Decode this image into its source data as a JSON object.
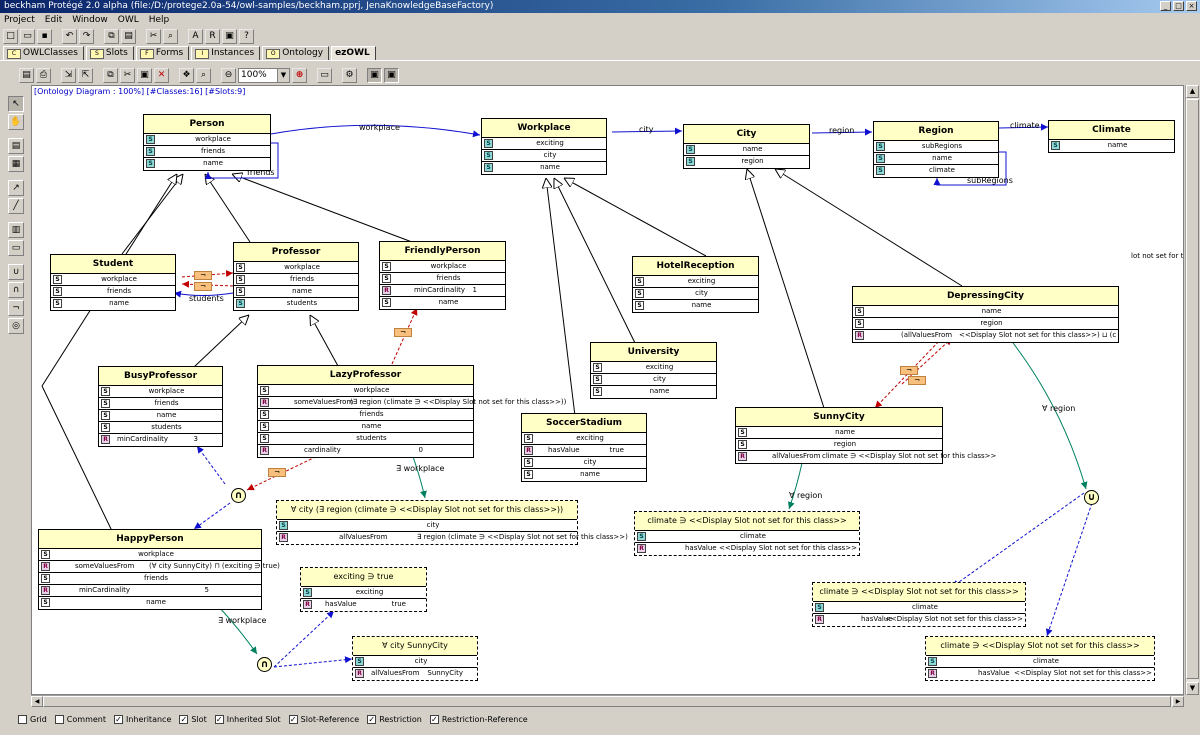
{
  "window": {
    "title": "beckham  Protégé 2.0 alpha    (file:/D:/protege2.0a-54/owl-samples/beckham.pprj, JenaKnowledgeBaseFactory)",
    "buttons": [
      "_",
      "□",
      "×"
    ]
  },
  "menu": [
    "Project",
    "Edit",
    "Window",
    "OWL",
    "Help"
  ],
  "tabs": [
    {
      "label": "OWLClasses",
      "icon": "C"
    },
    {
      "label": "Slots",
      "icon": "S"
    },
    {
      "label": "Forms",
      "icon": "F"
    },
    {
      "label": "Instances",
      "icon": "I"
    },
    {
      "label": "Ontology",
      "icon": "O"
    },
    {
      "label": "ezOWL",
      "icon": ""
    }
  ],
  "toolbar": {
    "zoom_value": "100%",
    "markers": {
      "a": "A",
      "r": "R",
      "help": "?"
    }
  },
  "canvas": {
    "label": "[Ontology Diagram : 100%] [#Classes:16] [#Slots:9]",
    "orphan_text": "lot not set for this"
  },
  "colors": {
    "header": "#ffffc6",
    "selection": "#0000c8",
    "restriction": "#c00000",
    "edge_green": "#008060"
  },
  "classes": [
    {
      "id": "Person",
      "title": "Person",
      "slots": [
        {
          "badge": "s-cyan",
          "name": "workplace"
        },
        {
          "badge": "s-cyan",
          "name": "friends"
        },
        {
          "badge": "s-cyan",
          "name": "name"
        }
      ]
    },
    {
      "id": "Workplace",
      "title": "Workplace",
      "slots": [
        {
          "badge": "s-cyan",
          "name": "exciting"
        },
        {
          "badge": "s-cyan",
          "name": "city"
        },
        {
          "badge": "s-cyan",
          "name": "name"
        }
      ]
    },
    {
      "id": "City",
      "title": "City",
      "slots": [
        {
          "badge": "s-cyan",
          "name": "name"
        },
        {
          "badge": "s-cyan",
          "name": "region"
        }
      ]
    },
    {
      "id": "Region",
      "title": "Region",
      "slots": [
        {
          "badge": "s-cyan",
          "name": "subRegions"
        },
        {
          "badge": "s-cyan",
          "name": "name"
        },
        {
          "badge": "s-cyan",
          "name": "climate"
        }
      ]
    },
    {
      "id": "Climate",
      "title": "Climate",
      "slots": [
        {
          "badge": "s-cyan",
          "name": "name"
        }
      ]
    },
    {
      "id": "Student",
      "title": "Student",
      "slots": [
        {
          "badge": "s",
          "name": "workplace"
        },
        {
          "badge": "s",
          "name": "friends"
        },
        {
          "badge": "s",
          "name": "name"
        }
      ]
    },
    {
      "id": "Professor",
      "title": "Professor",
      "slots": [
        {
          "badge": "s",
          "name": "workplace"
        },
        {
          "badge": "s",
          "name": "friends"
        },
        {
          "badge": "s",
          "name": "name"
        },
        {
          "badge": "s-cyan",
          "name": "students"
        }
      ]
    },
    {
      "id": "FriendlyPerson",
      "title": "FriendlyPerson",
      "slots": [
        {
          "badge": "s",
          "name": "workplace"
        },
        {
          "badge": "s",
          "name": "friends"
        },
        {
          "badge": "r",
          "name": "minCardinality",
          "value": "1"
        },
        {
          "badge": "s",
          "name": "name"
        }
      ]
    },
    {
      "id": "HotelReception",
      "title": "HotelReception",
      "slots": [
        {
          "badge": "s",
          "name": "exciting"
        },
        {
          "badge": "s",
          "name": "city"
        },
        {
          "badge": "s",
          "name": "name"
        }
      ]
    },
    {
      "id": "DepressingCity",
      "title": "DepressingCity",
      "slots": [
        {
          "badge": "s",
          "name": "name"
        },
        {
          "badge": "s",
          "name": "region"
        },
        {
          "badge": "r",
          "name": "(allValuesFrom",
          "value": "<<Display Slot not set for this class>>) ⊔ (climate ∋ <<Display Slo"
        }
      ]
    },
    {
      "id": "University",
      "title": "University",
      "slots": [
        {
          "badge": "s",
          "name": "exciting"
        },
        {
          "badge": "s",
          "name": "city"
        },
        {
          "badge": "s",
          "name": "name"
        }
      ]
    },
    {
      "id": "BusyProfessor",
      "title": "BusyProfessor",
      "slots": [
        {
          "badge": "s",
          "name": "workplace"
        },
        {
          "badge": "s",
          "name": "friends"
        },
        {
          "badge": "s",
          "name": "name"
        },
        {
          "badge": "s",
          "name": "students"
        },
        {
          "badge": "r",
          "name": "minCardinality",
          "value": "3"
        }
      ]
    },
    {
      "id": "LazyProfessor",
      "title": "LazyProfessor",
      "slots": [
        {
          "badge": "s",
          "name": "workplace"
        },
        {
          "badge": "r",
          "name": "someValuesFrom",
          "value": "(∃ region (climate ∋ <<Display Slot not set for this class>>))"
        },
        {
          "badge": "s",
          "name": "friends"
        },
        {
          "badge": "s",
          "name": "name"
        },
        {
          "badge": "s",
          "name": "students"
        },
        {
          "badge": "r",
          "name": "cardinality",
          "value": "0"
        }
      ]
    },
    {
      "id": "SoccerStadium",
      "title": "SoccerStadium",
      "slots": [
        {
          "badge": "s",
          "name": "exciting"
        },
        {
          "badge": "r",
          "name": "hasValue",
          "value": "true"
        },
        {
          "badge": "s",
          "name": "city"
        },
        {
          "badge": "s",
          "name": "name"
        }
      ]
    },
    {
      "id": "SunnyCity",
      "title": "SunnyCity",
      "slots": [
        {
          "badge": "s",
          "name": "name"
        },
        {
          "badge": "s",
          "name": "region"
        },
        {
          "badge": "r",
          "name": "allValuesFrom",
          "value": "climate ∋ <<Display Slot not set for this class>>"
        }
      ]
    },
    {
      "id": "HappyPerson",
      "title": "HappyPerson",
      "slots": [
        {
          "badge": "s",
          "name": "workplace"
        },
        {
          "badge": "r",
          "name": "someValuesFrom",
          "value": "(∀ city SunnyCity) ⊓ (exciting ∋ true)"
        },
        {
          "badge": "s",
          "name": "friends"
        },
        {
          "badge": "r",
          "name": "minCardinality",
          "value": "5"
        },
        {
          "badge": "s",
          "name": "name"
        }
      ]
    },
    {
      "id": "R1",
      "title": "∀ city (∃ region (climate ∋ <<Display Slot not set for this class>>))",
      "slots": [
        {
          "badge": "s-cyan",
          "name": "city"
        },
        {
          "badge": "r",
          "name": "allValuesFrom",
          "value": "∃ region (climate ∋ <<Display Slot not set for this class>>)"
        }
      ]
    },
    {
      "id": "R2",
      "title": "climate ∋ <<Display Slot not set for this class>>",
      "slots": [
        {
          "badge": "s-cyan",
          "name": "climate"
        },
        {
          "badge": "r",
          "name": "hasValue",
          "value": "<<Display Slot not set for this class>>"
        }
      ]
    },
    {
      "id": "R3",
      "title": "exciting ∋ true",
      "slots": [
        {
          "badge": "s-cyan",
          "name": "exciting"
        },
        {
          "badge": "r",
          "name": "hasValue",
          "value": "true"
        }
      ]
    },
    {
      "id": "R4",
      "title": "∀ city SunnyCity",
      "slots": [
        {
          "badge": "s-cyan",
          "name": "city"
        },
        {
          "badge": "r",
          "name": "allValuesFrom",
          "value": "SunnyCity"
        }
      ]
    },
    {
      "id": "R5",
      "title": "climate ∋ <<Display Slot not set for this class>>",
      "slots": [
        {
          "badge": "s-cyan",
          "name": "climate"
        },
        {
          "badge": "r",
          "name": "hasValue",
          "value": "<<Display Slot not set for this class>>"
        }
      ]
    },
    {
      "id": "R6",
      "title": "climate ∋ <<Display Slot not set for this class>>",
      "slots": [
        {
          "badge": "s-cyan",
          "name": "climate"
        },
        {
          "badge": "r",
          "name": "hasValue",
          "value": "<<Display Slot not set for this class>>"
        }
      ]
    }
  ],
  "edge_labels": {
    "workplace": "workplace",
    "city": "city",
    "region": "region",
    "climate": "climate",
    "friends": "friends",
    "subRegions": "subRegions",
    "students": "students",
    "exists_workplace_1": "∃ workplace",
    "exists_workplace_2": "∃ workplace",
    "forall_region_1": "∀ region",
    "forall_region_2": "∀ region"
  },
  "operators": {
    "and": "∩",
    "or": "∪",
    "not": "¬"
  },
  "status_checks": [
    {
      "label": "Grid",
      "checked": false
    },
    {
      "label": "Comment",
      "checked": false
    },
    {
      "label": "Inheritance",
      "checked": true
    },
    {
      "label": "Slot",
      "checked": true
    },
    {
      "label": "Inherited Slot",
      "checked": true
    },
    {
      "label": "Slot-Reference",
      "checked": true
    },
    {
      "label": "Restriction",
      "checked": true
    },
    {
      "label": "Restriction-Reference",
      "checked": true
    }
  ]
}
